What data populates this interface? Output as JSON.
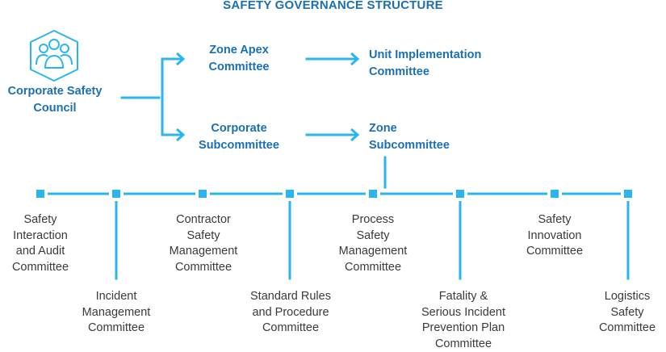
{
  "title": "SAFETY GOVERNANCE STRUCTURE",
  "colors": {
    "accent": "#29b6f0",
    "heading": "#1a6fb5",
    "text": "#3a3a3a"
  },
  "icon": "people-group-icon",
  "council": [
    "Corporate Safety",
    "Council"
  ],
  "zone_apex": [
    "Zone Apex",
    "Committee"
  ],
  "unit_impl": [
    "Unit Implementation",
    "Committee"
  ],
  "corp_sub": [
    "Corporate",
    "Subcommittee"
  ],
  "zone_sub": [
    "Zone",
    "Subcommittee"
  ],
  "committees_top": [
    [
      "Safety",
      "Interaction",
      "and Audit",
      "Committee"
    ],
    [
      "Contractor",
      "Safety",
      "Management",
      "Committee"
    ],
    [
      "Process",
      "Safety",
      "Management",
      "Committee"
    ],
    [
      "Safety",
      "Innovation",
      "Committee"
    ]
  ],
  "committees_bottom": [
    [
      "Incident",
      "Management",
      "Committee"
    ],
    [
      "Standard Rules",
      "and Procedure",
      "Committee"
    ],
    [
      "Fatality &",
      "Serious Incident",
      "Prevention Plan",
      "Committee"
    ],
    [
      "Logistics",
      "Safety",
      "Committee"
    ]
  ]
}
